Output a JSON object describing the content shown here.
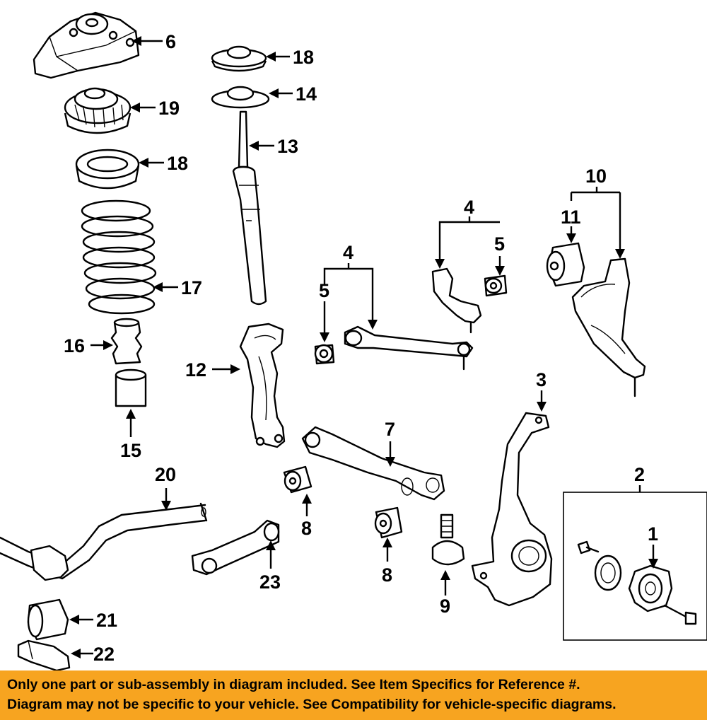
{
  "callouts": {
    "c1": "1",
    "c2": "2",
    "c3": "3",
    "c4a": "4",
    "c4b": "4",
    "c5a": "5",
    "c5b": "5",
    "c6": "6",
    "c7": "7",
    "c8a": "8",
    "c8b": "8",
    "c9": "9",
    "c10": "10",
    "c11": "11",
    "c12": "12",
    "c13": "13",
    "c14": "14",
    "c15": "15",
    "c16": "16",
    "c17": "17",
    "c18a": "18",
    "c18b": "18",
    "c19": "19",
    "c20": "20",
    "c21": "21",
    "c22": "22",
    "c23": "23"
  },
  "footer": {
    "line1": "Only one part or sub-assembly in diagram included. See Item Specifics for Reference #.",
    "line2": "Diagram may not be specific to your vehicle. See Compatibility for vehicle-specific diagrams.",
    "background": "#f7a420"
  }
}
